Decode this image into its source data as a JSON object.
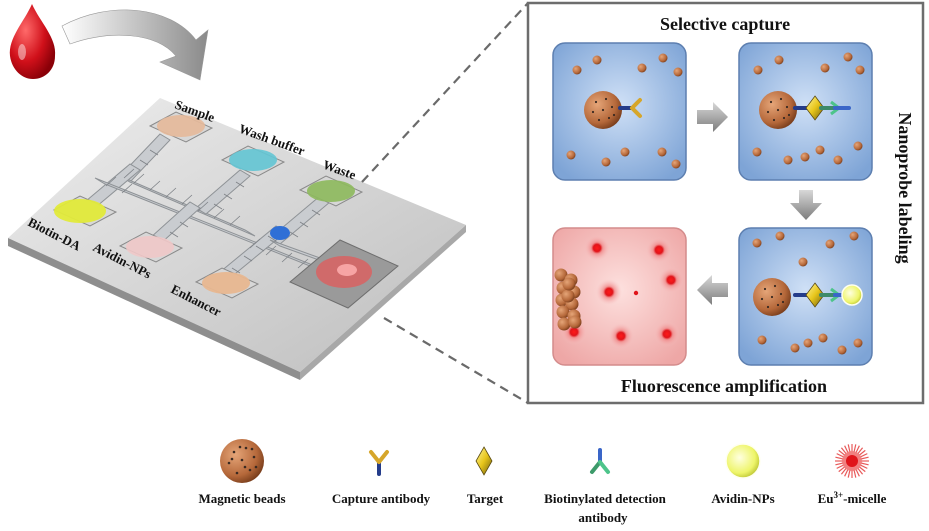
{
  "chip": {
    "labels": {
      "sample": "Sample",
      "wash_buffer": "Wash buffer",
      "waste": "Waste",
      "biotin_da": "Biotin-DA",
      "avidin_nps": "Avidin-NPs",
      "enhancer": "Enhancer"
    }
  },
  "panel": {
    "title_top": "Selective capture",
    "title_bottom": "Fluorescence amplification",
    "side_label": "Nanoprobe labeling"
  },
  "legend": {
    "magnetic_beads": "Magnetic beads",
    "capture_antibody": "Capture  antibody",
    "target": "Target",
    "detection_line1": "Biotinylated  detection",
    "detection_line2": "antibody",
    "avidin_nps": "Avidin-NPs",
    "eu_micelle": "-micelle",
    "eu_prefix": "Eu",
    "eu_sup": "3+"
  },
  "colors": {
    "blue_panel": "#8fb3e0",
    "red_panel": "#f2b8b8",
    "bead": "#b5683a",
    "yellow_np": "#f1f46a",
    "micelle": "#e3262b"
  }
}
